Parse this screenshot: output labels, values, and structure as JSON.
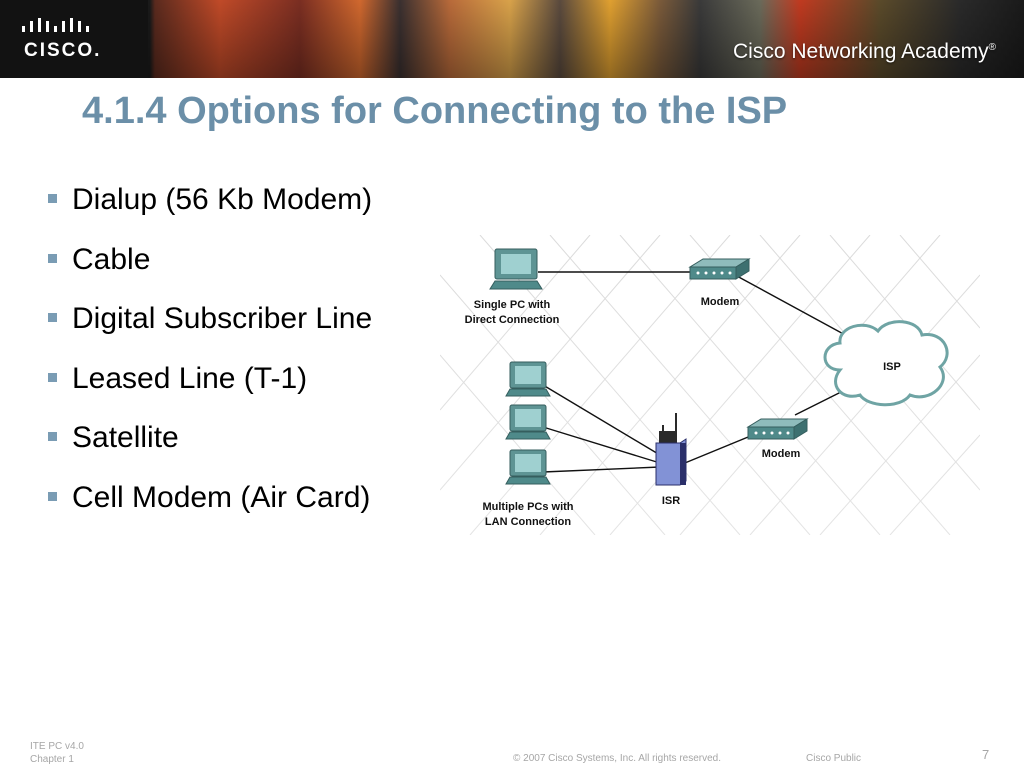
{
  "banner": {
    "logo_text": "CISCO.",
    "academy_text": "Cisco Networking Academy",
    "academy_mark": "®"
  },
  "slide": {
    "title": "4.1.4 Options for Connecting to the ISP",
    "bullets": [
      "Dialup (56 Kb Modem)",
      "Cable",
      "Digital Subscriber Line",
      "Leased Line (T-1)",
      "Satellite",
      "Cell Modem (Air Card)"
    ]
  },
  "diagram": {
    "single_pc_label": [
      "Single PC with",
      "Direct Connection"
    ],
    "modem_top_label": "Modem",
    "isp_label": "ISP",
    "modem_bottom_label": "Modem",
    "isr_label": "ISR",
    "multi_pc_label": [
      "Multiple PCs with",
      "LAN Connection"
    ]
  },
  "footer": {
    "course": "ITE PC v4.0",
    "chapter": "Chapter 1",
    "copyright": "© 2007 Cisco Systems, Inc. All rights reserved.",
    "classification": "Cisco Public",
    "page_number": "7"
  },
  "colors": {
    "title": "#6b8fa8",
    "bullet_square": "#7a9cb4",
    "device_teal": "#4f8a8a",
    "router_blue": "#7f8fd0"
  }
}
